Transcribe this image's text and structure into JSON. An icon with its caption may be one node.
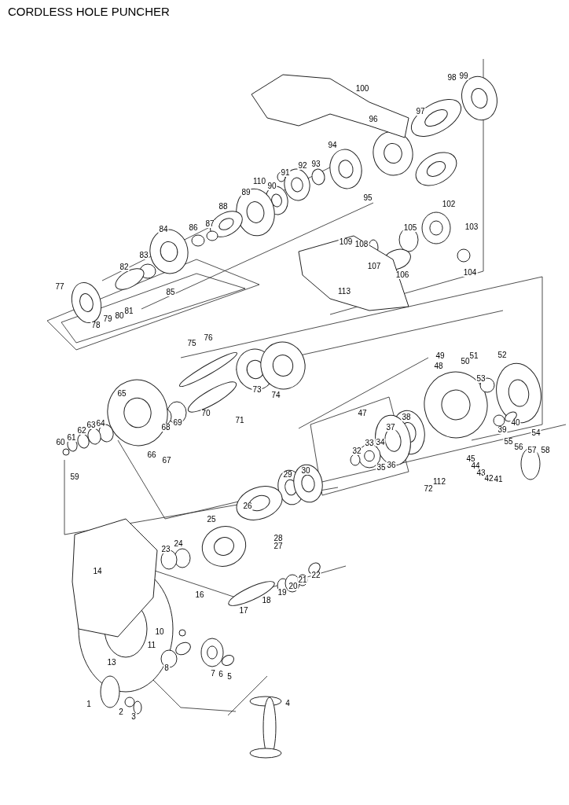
{
  "diagram": {
    "title": "CORDLESS HOLE PUNCHER",
    "labels": [
      "100",
      "99",
      "98",
      "97",
      "96",
      "94",
      "95",
      "93",
      "92",
      "91",
      "110",
      "90",
      "89",
      "88",
      "102",
      "103",
      "87",
      "86",
      "84",
      "105",
      "109",
      "108",
      "83",
      "107",
      "104",
      "106",
      "82",
      "113",
      "85",
      "77",
      "81",
      "80",
      "79",
      "78",
      "76",
      "75",
      "49",
      "51",
      "50",
      "48",
      "52",
      "53",
      "73",
      "74",
      "65",
      "47",
      "38",
      "37",
      "40",
      "39",
      "54",
      "64",
      "63",
      "62",
      "69",
      "68",
      "70",
      "71",
      "61",
      "60",
      "33",
      "34",
      "32",
      "55",
      "56",
      "57",
      "58",
      "45",
      "35",
      "36",
      "44",
      "43",
      "42",
      "41",
      "112",
      "72",
      "59",
      "29",
      "30",
      "66",
      "67",
      "26",
      "25",
      "28",
      "27",
      "24",
      "23",
      "14",
      "22",
      "16",
      "21",
      "20",
      "19",
      "18",
      "17",
      "10",
      "11",
      "13",
      "8",
      "7",
      "6",
      "5",
      "4",
      "1",
      "2",
      "3"
    ]
  }
}
